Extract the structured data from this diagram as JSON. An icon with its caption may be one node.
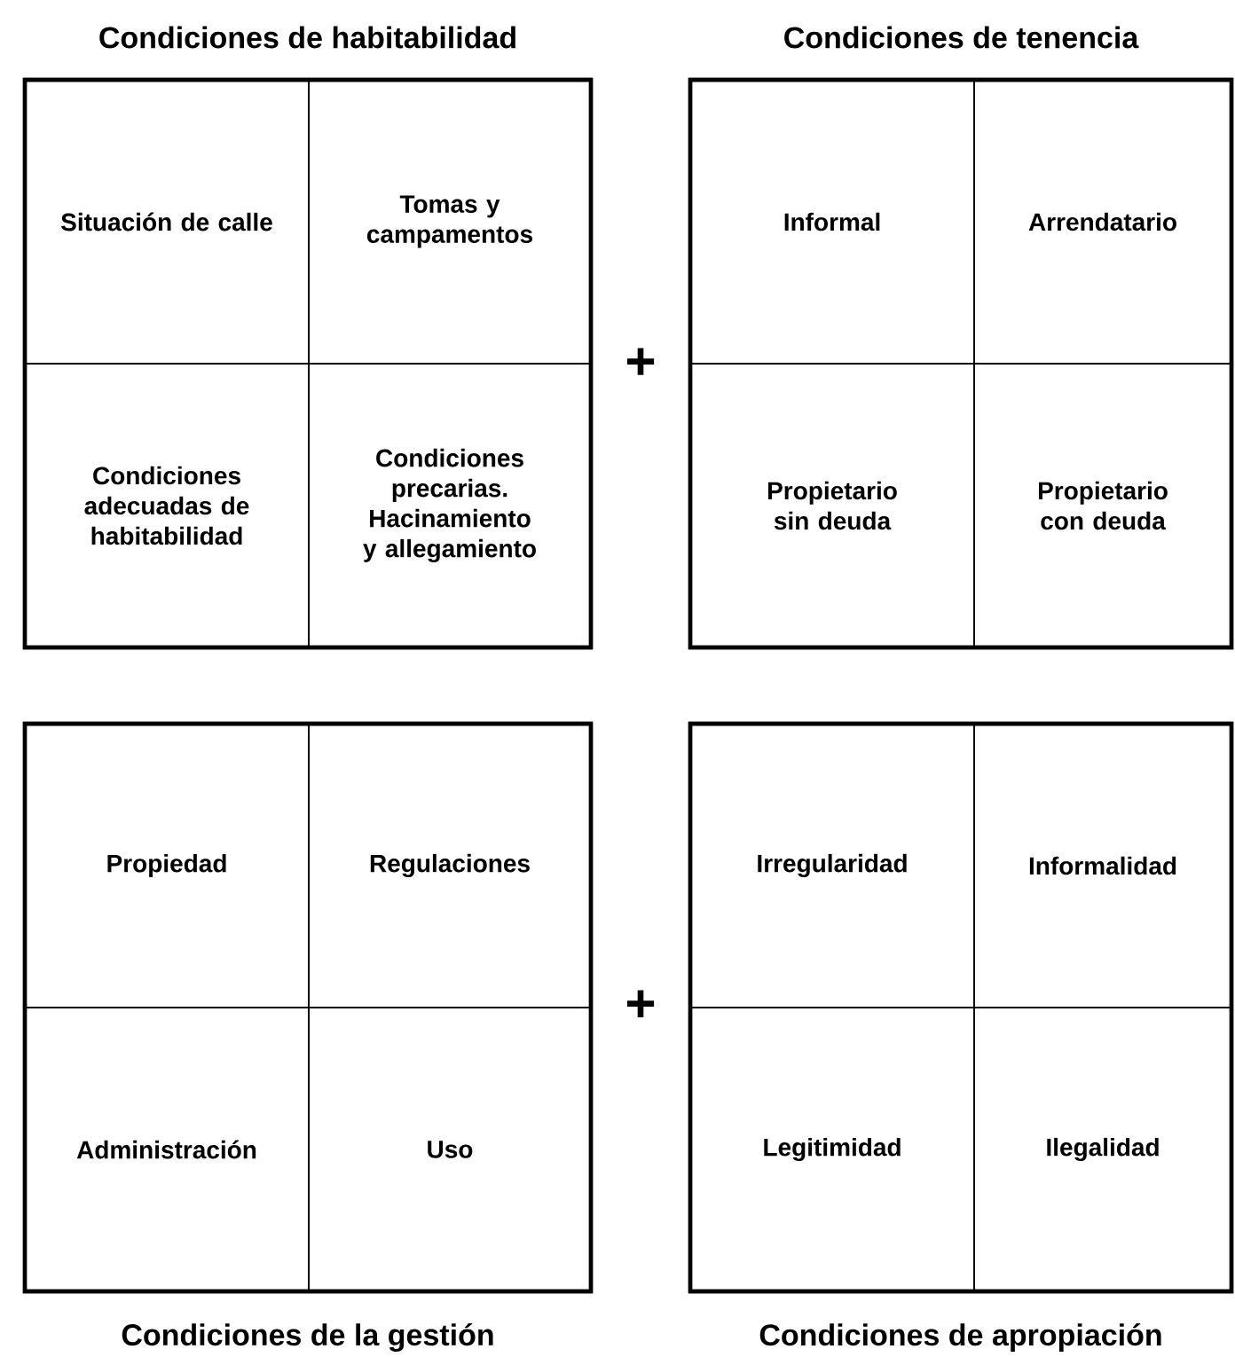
{
  "diagram": {
    "nodes": [
      {
        "text": [
          "Condiciones de habitabilidad"
        ]
      },
      {
        "text": [
          "Situación de calle"
        ],
        "in": 0
      },
      {
        "text": [
          "Tomas y campamentos"
        ],
        "in": 0
      },
      {
        "text": [
          "Condiciones adecuadas de habitabilidad"
        ],
        "in": 0
      },
      {
        "text": [
          "Condiciones precarias. Hacinamiento y allegamiento"
        ],
        "in": 0
      },
      {
        "text": [
          "Condiciones de tenencia"
        ]
      },
      {
        "text": [
          "Informal"
        ],
        "in": 5
      },
      {
        "text": [
          "Arrendatario"
        ],
        "in": 5
      },
      {
        "text": [
          "Propietario sin deuda"
        ],
        "in": 5
      },
      {
        "text": [
          "Propietario con deuda"
        ],
        "in": 5
      },
      {
        "text": [
          "Condiciones de la gestión"
        ]
      },
      {
        "text": [
          "Propiedad"
        ],
        "in": 10
      },
      {
        "text": [
          "Regulaciones"
        ],
        "in": 10
      },
      {
        "text": [
          "Administración"
        ],
        "in": 10
      },
      {
        "text": [
          "Uso"
        ],
        "in": 10
      },
      {
        "text": [
          "Condiciones de apropiación"
        ]
      },
      {
        "text": [
          "Irregularidad"
        ],
        "in": 15
      },
      {
        "text": [
          "Informalidad"
        ],
        "in": 15
      },
      {
        "text": [
          "Legitimidad"
        ],
        "in": 15
      },
      {
        "text": [
          "Ilegalidad"
        ],
        "in": 15
      }
    ],
    "labels": [
      "+",
      "+"
    ]
  }
}
